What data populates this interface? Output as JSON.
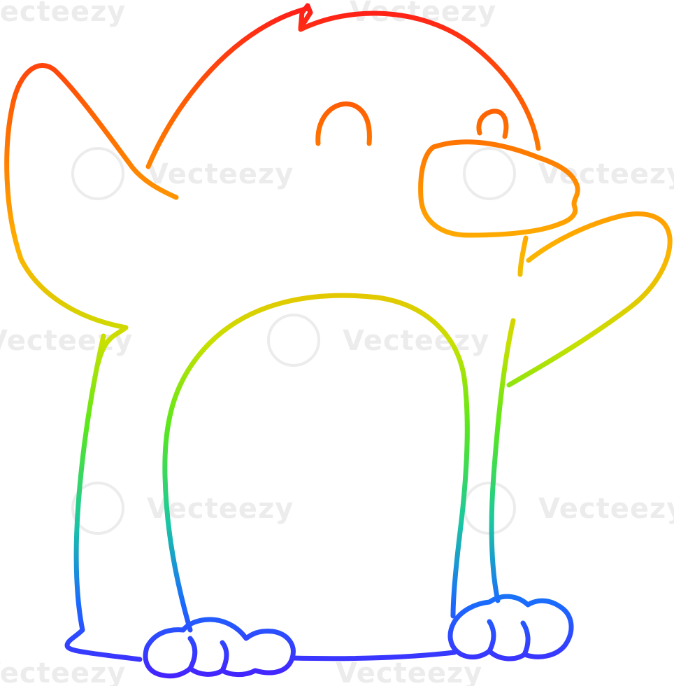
{
  "illustration": {
    "subject": "penguin",
    "style": "rainbow-gradient-line-cartoon",
    "gradient_colors": [
      "#ff1a1a",
      "#ff7a00",
      "#ffc400",
      "#7ee81a",
      "#1ad0a0",
      "#1a7aff",
      "#4a1aff"
    ],
    "background": "#ffffff"
  },
  "watermark": {
    "text": "Vecteezy"
  }
}
